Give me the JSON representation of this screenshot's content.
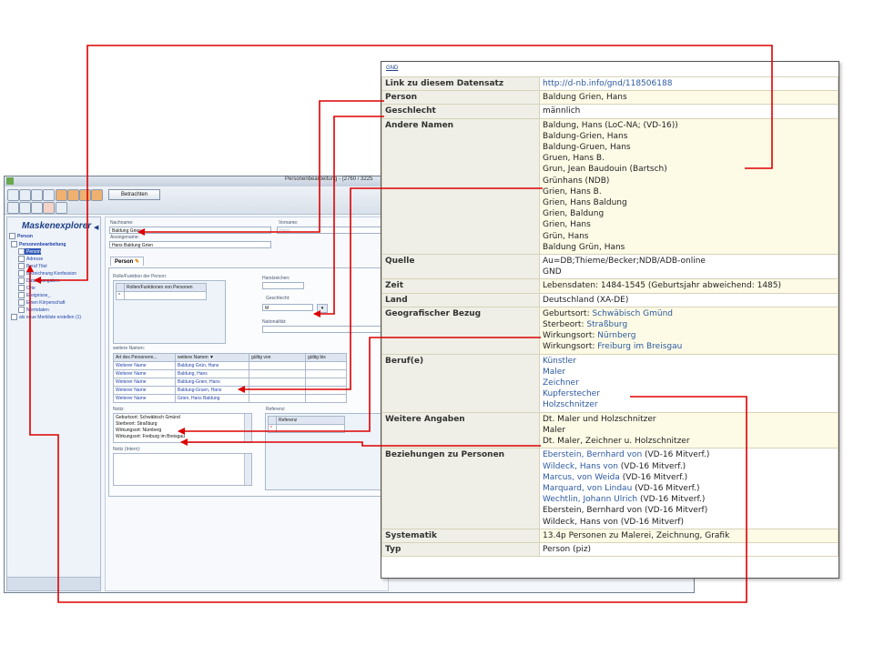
{
  "app": {
    "title": "Personenbearbeitung - (2760 / 3225",
    "betrachten_button": "Betrachten",
    "sidebar": {
      "title": "Maskenexplorer",
      "items": [
        {
          "label": "Person"
        },
        {
          "label": "Personenbearbeitung"
        },
        {
          "label": "Person"
        },
        {
          "label": "Adresse"
        },
        {
          "label": "Beruf Titel"
        },
        {
          "label": "Bezeichnung Konfession"
        },
        {
          "label": "Datumsangaben"
        },
        {
          "label": "Orte"
        },
        {
          "label": "Ereignisse_"
        },
        {
          "label": "Einen Körperschaft"
        },
        {
          "label": "Normdaten"
        },
        {
          "label": "als neue Merkliste erstellen (1)"
        }
      ]
    },
    "form": {
      "nachname_label": "Nachname:",
      "nachname_value": "Baldung Grien",
      "vorname_label": "Vorname:",
      "vorname_value": "Hans",
      "anzeigename_label": "Anzeigename:",
      "anzeigename_value": "Hans Baldung Grien",
      "tab_person": "Person",
      "rolle_label": "Rolle/Funktion der Person:",
      "rolle_header": "Rollen/Funktionen von Personen",
      "handzeichen_label": "Handzeichen:",
      "geschlecht_label": "Geschlecht:",
      "geschlecht_value": "M",
      "nationalitaet_label": "Nationalität:",
      "weitere_namen_label": "weitere Namen:",
      "names_headers": [
        "Art des Personenn...",
        "weitere Namen",
        "gültig von",
        "gültig bis"
      ],
      "names_rows": [
        [
          "Weiterer Name",
          "Baldung Grün, Hans"
        ],
        [
          "Weiterer Name",
          "Baldung, Hans"
        ],
        [
          "Weiterer Name",
          "Baldung-Grien, Hans"
        ],
        [
          "Weiterer Name",
          "Baldung-Gruen, Hans"
        ],
        [
          "Weiterer Name",
          "Grien, Hans Baldung"
        ]
      ],
      "notiz_label": "Notiz:",
      "notiz_lines": [
        "Geburtsort: Schwäbisch Gmünd",
        "Sterbeort: Straßburg",
        "Wirkungsort: Nürnberg",
        "Wirkungsort: Freiburg im Breisgau"
      ],
      "referenz_label": "Referenz:",
      "referenz_header": "Referenz",
      "notiz_intern_label": "Notiz (Intern):"
    }
  },
  "gnd": {
    "logo": "GND",
    "rows": [
      {
        "key": "Link zu diesem Datensatz",
        "lines": [
          {
            "text": "http://d-nb.info/gnd/118506188",
            "link": true
          }
        ]
      },
      {
        "key": "Person",
        "lines": [
          {
            "text": "Baldung Grien, Hans"
          }
        ]
      },
      {
        "key": "Geschlecht",
        "lines": [
          {
            "text": "männlich"
          }
        ]
      },
      {
        "key": "Andere Namen",
        "lines": [
          {
            "text": "Baldung, Hans (LoC-NA; (VD-16))"
          },
          {
            "text": "Baldung-Grien, Hans"
          },
          {
            "text": "Baldung-Gruen, Hans"
          },
          {
            "text": "Gruen, Hans B."
          },
          {
            "text": "Grun, Jean Baudouin (Bartsch)"
          },
          {
            "text": "Grünhans (NDB)"
          },
          {
            "text": "Grien, Hans B."
          },
          {
            "text": "Grien, Hans Baldung"
          },
          {
            "text": "Grien, Baldung"
          },
          {
            "text": "Grien, Hans"
          },
          {
            "text": "Grün, Hans"
          },
          {
            "text": "Baldung Grün, Hans"
          }
        ]
      },
      {
        "key": "Quelle",
        "lines": [
          {
            "text": "Au=DB;Thieme/Becker;NDB/ADB-online"
          },
          {
            "text": "GND"
          }
        ]
      },
      {
        "key": "Zeit",
        "lines": [
          {
            "text": "Lebensdaten: 1484-1545 (Geburtsjahr abweichend: 1485)"
          }
        ]
      },
      {
        "key": "Land",
        "lines": [
          {
            "text": "Deutschland (XA-DE)"
          }
        ]
      },
      {
        "key": "Geografischer Bezug",
        "lines": [
          {
            "prefix": "Geburtsort: ",
            "text": "Schwäbisch Gmünd",
            "link": true
          },
          {
            "prefix": "Sterbeort: ",
            "text": "Straßburg",
            "link": true
          },
          {
            "prefix": "Wirkungsort: ",
            "text": "Nürnberg",
            "link": true
          },
          {
            "prefix": "Wirkungsort: ",
            "text": "Freiburg im Breisgau",
            "link": true
          }
        ]
      },
      {
        "key": "Beruf(e)",
        "lines": [
          {
            "text": "Künstler",
            "link": true
          },
          {
            "text": "Maler",
            "link": true
          },
          {
            "text": "Zeichner",
            "link": true
          },
          {
            "text": "Kupferstecher",
            "link": true
          },
          {
            "text": "Holzschnitzer",
            "link": true
          }
        ]
      },
      {
        "key": "Weitere Angaben",
        "lines": [
          {
            "text": "Dt. Maler und Holzschnitzer"
          },
          {
            "text": "Maler"
          },
          {
            "text": "Dt. Maler, Zeichner u. Holzschnitzer"
          }
        ]
      },
      {
        "key": "Beziehungen zu Personen",
        "lines": [
          {
            "text": "Eberstein, Bernhard von",
            "link": true,
            "suffix": " (VD-16 Mitverf.)"
          },
          {
            "text": "Wildeck, Hans von",
            "link": true,
            "suffix": " (VD-16 Mitverf.)"
          },
          {
            "text": "Marcus, von Weida",
            "link": true,
            "suffix": " (VD-16 Mitverf.)"
          },
          {
            "text": "Marquard, von Lindau",
            "link": true,
            "suffix": " (VD-16 Mitverf.)"
          },
          {
            "text": "Wechtlin, Johann Ulrich",
            "link": true,
            "suffix": " (VD-16 Mitverf.)"
          },
          {
            "text": "Eberstein, Bernhard von (VD-16 Mitverf)"
          },
          {
            "text": "Wildeck, Hans von (VD-16 Mitverf)"
          }
        ]
      },
      {
        "key": "Systematik",
        "lines": [
          {
            "text": "13.4p Personen zu Malerei, Zeichnung, Grafik"
          }
        ]
      },
      {
        "key": "Typ",
        "lines": [
          {
            "text": "Person (piz)"
          }
        ]
      }
    ]
  },
  "colors": {
    "arrow": "#dd0000",
    "link": "#2c5aa0",
    "key_bg": "#efefe7",
    "alt_bg": "#fdfbe6"
  }
}
